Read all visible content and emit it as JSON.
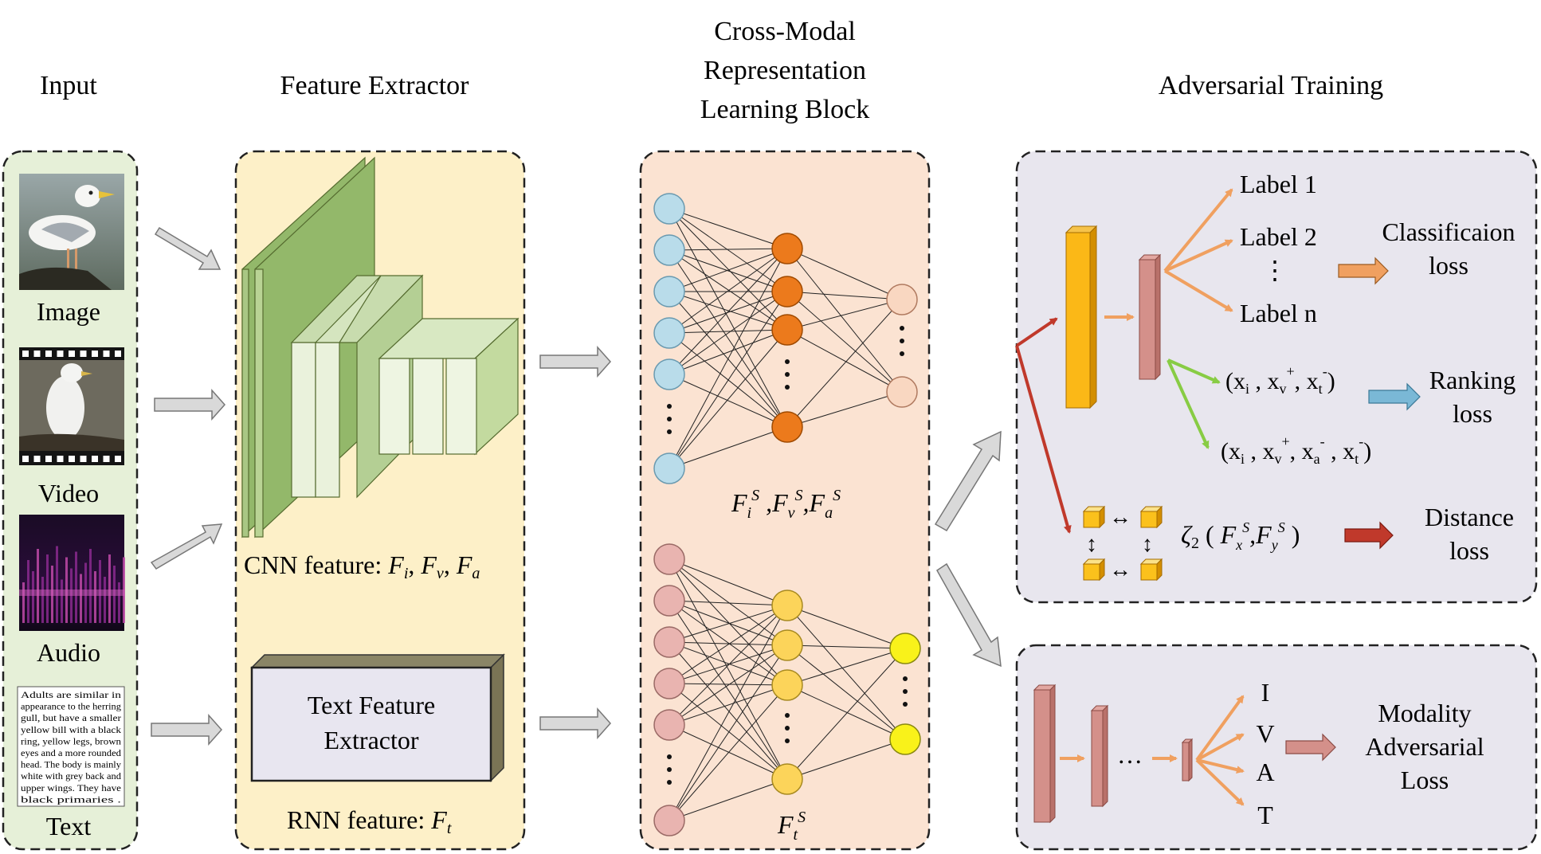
{
  "headers": {
    "input": "Input",
    "feature_extractor": "Feature Extractor",
    "crossmodal_line1": "Cross-Modal",
    "crossmodal_line2": "Representation",
    "crossmodal_line3": "Learning Block",
    "adversarial": "Adversarial Training"
  },
  "inputs": {
    "image": "Image",
    "video": "Video",
    "audio": "Audio",
    "text": "Text",
    "text_passage": [
      "Adults are similar in",
      "appearance to the herring",
      "gull, but have a smaller",
      "yellow bill with a black",
      "ring, yellow legs, brown",
      "eyes and a more rounded",
      "head. The body is mainly",
      "white with grey back and",
      "upper wings. They have",
      "black primaries ."
    ]
  },
  "extractor": {
    "cnn_prefix": "CNN feature: ",
    "cnn_fi": "F",
    "cnn_fi_sub": "i",
    "cnn_fv": "F",
    "cnn_fv_sub": "v",
    "cnn_fa": "F",
    "cnn_fa_sub": "a",
    "text_box_line1": "Text Feature",
    "text_box_line2": "Extractor",
    "rnn_prefix": "RNN feature: ",
    "rnn_ft": "F",
    "rnn_ft_sub": "t"
  },
  "crossmodal": {
    "upper_label": "F_i^S, F_v^S, F_a^S",
    "lower_label": "F_t^S"
  },
  "adversarial": {
    "label1": "Label 1",
    "label2": "Label 2",
    "label_dots": "⋮",
    "labeln": "Label n",
    "classification_line1": "Classificaion",
    "classification_line2": "loss",
    "triplet": "(x_i , x_v^+, x_t^-)",
    "quad": "(x_i , x_v^+, x_a^- , x_t^-)",
    "ranking_line1": "Ranking",
    "ranking_line2": "loss",
    "zeta": "ζ",
    "zeta_sub": "2",
    "distance_line1": "Distance",
    "distance_line2": "loss",
    "modality_I": "I",
    "modality_V": "V",
    "modality_A": "A",
    "modality_T": "T",
    "ellipsis": "…",
    "mod_line1": "Modality",
    "mod_line2": "Adversarial",
    "mod_line3": "Loss"
  },
  "colors": {
    "input_bg": "#e6f0d8",
    "extractor_bg": "#fdf0c8",
    "crossmodal_bg": "#fbe3d2",
    "adv_bg": "#e8e6ee",
    "blue_node": "#b9dcea",
    "orange_node": "#ec7a1c",
    "peach_node": "#f9d7c1",
    "pink_node": "#e9b4b0",
    "yellow_node": "#fcd45a",
    "bright_yellow_node": "#f9f21a",
    "orange_arrow": "#f0a060",
    "green_arrow": "#88cc44",
    "red_arrow": "#c0392b",
    "blue_arrow": "#7ab8d6"
  }
}
